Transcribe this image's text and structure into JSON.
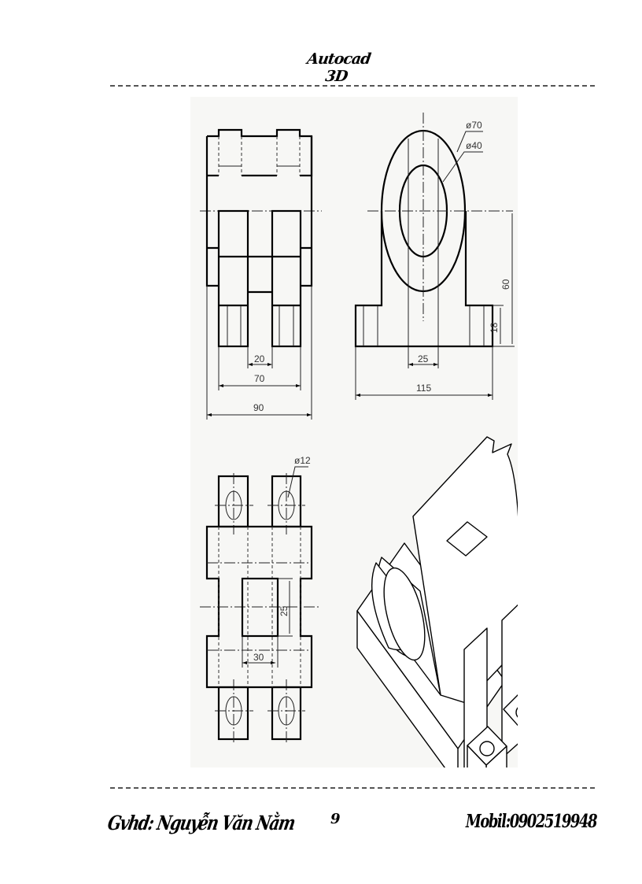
{
  "header": {
    "title": "Autocad 3D"
  },
  "drawing": {
    "front_view": {
      "dimensions": {
        "inner_gap": "20",
        "inner_width": "70",
        "overall_width": "90"
      }
    },
    "side_view": {
      "dimensions": {
        "outer_diameter": "ø70",
        "inner_diameter": "ø40",
        "center_height": "60",
        "base_height": "18",
        "slot_width": "25",
        "base_width": "115"
      }
    },
    "top_view": {
      "dimensions": {
        "hole_diameter": "ø12",
        "opening_height": "25",
        "opening_width": "30"
      }
    },
    "isometric_view": {
      "label": "isometric-3d-model"
    }
  },
  "footer": {
    "author": "Gvhd: Nguyễn Văn Nằm",
    "page_number": "9",
    "mobile": "Mobil:0902519948"
  }
}
